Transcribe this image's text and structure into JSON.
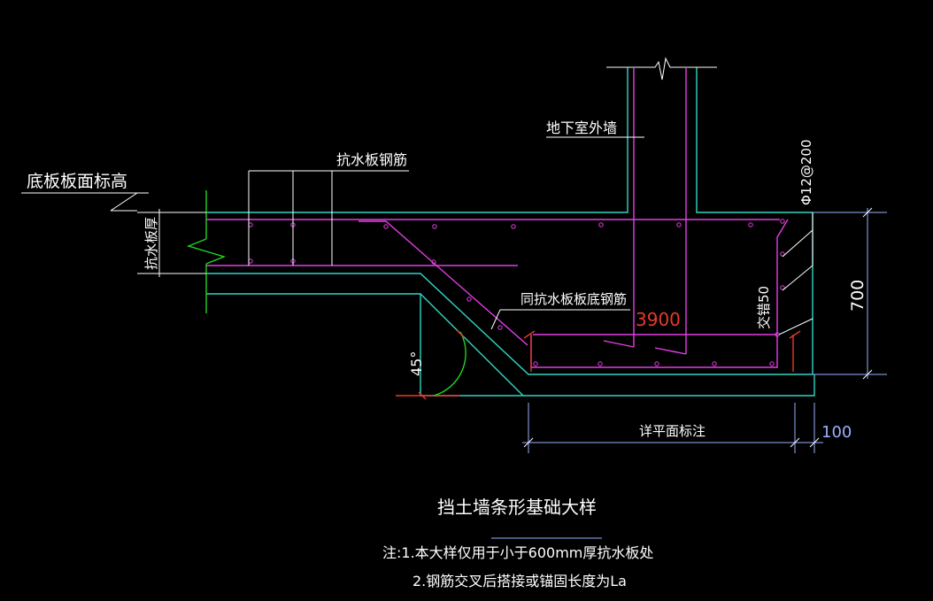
{
  "labels": {
    "slab_top_elev": "底板板面标高",
    "anti_slab_rebar": "抗水板钢筋",
    "basement_wall": "地下室外墙",
    "rebar_spec": "Φ12@200",
    "slab_thickness": "抗水板厚",
    "same_bottom_rebar": "同抗水板板底钢筋",
    "lap_50": "交错50",
    "angle": "45°",
    "width_3900": "3900",
    "height_700": "700",
    "see_plan": "详平面标注",
    "offset_100": "100"
  },
  "title": "挡土墙条形基础大样",
  "notes": {
    "line1": "注:1.本大样仅用于小于600mm厚抗水板处",
    "line2": "2.钢筋交叉后搭接或锚固长度为La"
  },
  "colors": {
    "background": "#000000",
    "text": "#ffffff",
    "concrete": "#2fd6c4",
    "rebar": "#e43fe4",
    "cut_line": "#22d322",
    "dimension": "#e83a2a",
    "dimension_alt": "#9ab0ff"
  }
}
